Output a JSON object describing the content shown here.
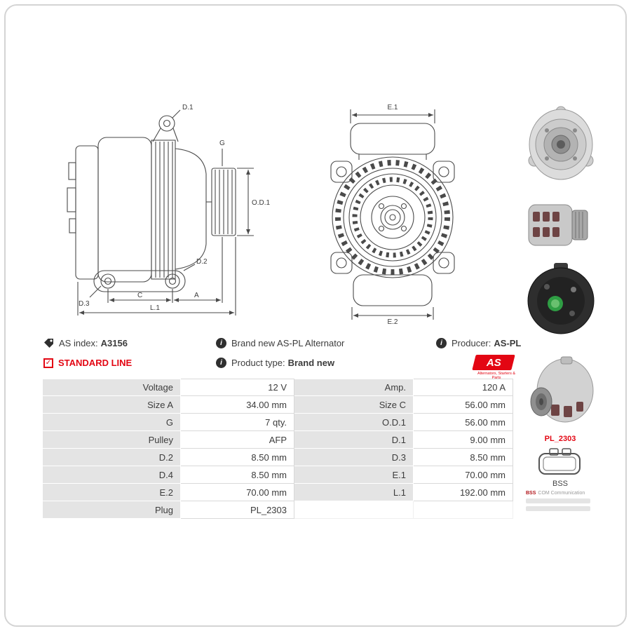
{
  "meta": {
    "as_index_label": "AS index:",
    "as_index_value": "A3156",
    "standard_line_label": "STANDARD LINE",
    "brand_new_text": "Brand new AS-PL Alternator",
    "product_type_label": "Product type:",
    "product_type_value": "Brand new",
    "producer_label": "Producer:",
    "producer_value": "AS-PL"
  },
  "logo": {
    "text": "AS",
    "tagline": "Alternators, Starters & Parts"
  },
  "drawing_side": {
    "labels": {
      "d1": "D.1",
      "g": "G",
      "od1": "O.D.1",
      "d2": "D.2",
      "d3": "D.3",
      "c": "C",
      "a": "A",
      "l1": "L.1"
    }
  },
  "drawing_front": {
    "labels": {
      "e1": "E.1",
      "e2": "E.2"
    }
  },
  "spec_table": {
    "rows": [
      {
        "label1": "Voltage",
        "value1": "12 V",
        "label2": "Amp.",
        "value2": "120 A"
      },
      {
        "label1": "Size A",
        "value1": "34.00 mm",
        "label2": "Size C",
        "value2": "56.00 mm"
      },
      {
        "label1": "G",
        "value1": "7 qty.",
        "label2": "O.D.1",
        "value2": "56.00 mm"
      },
      {
        "label1": "Pulley",
        "value1": "AFP",
        "label2": "D.1",
        "value2": "9.00 mm"
      },
      {
        "label1": "D.2",
        "value1": "8.50 mm",
        "label2": "D.3",
        "value2": "8.50 mm"
      },
      {
        "label1": "D.4",
        "value1": "8.50 mm",
        "label2": "E.1",
        "value2": "70.00 mm"
      },
      {
        "label1": "E.2",
        "value1": "70.00 mm",
        "label2": "L.1",
        "value2": "192.00 mm"
      },
      {
        "label1": "Plug",
        "value1": "PL_2303",
        "label2": "",
        "value2": ""
      }
    ]
  },
  "plug_panel": {
    "code": "PL_2303",
    "name": "BSS",
    "footnote_tag": "BSS",
    "footnote_text": "COM Communication"
  },
  "colors": {
    "accent_red": "#e30613",
    "label_cell_bg": "#e4e4e4",
    "line_color": "#4a4a4a"
  }
}
